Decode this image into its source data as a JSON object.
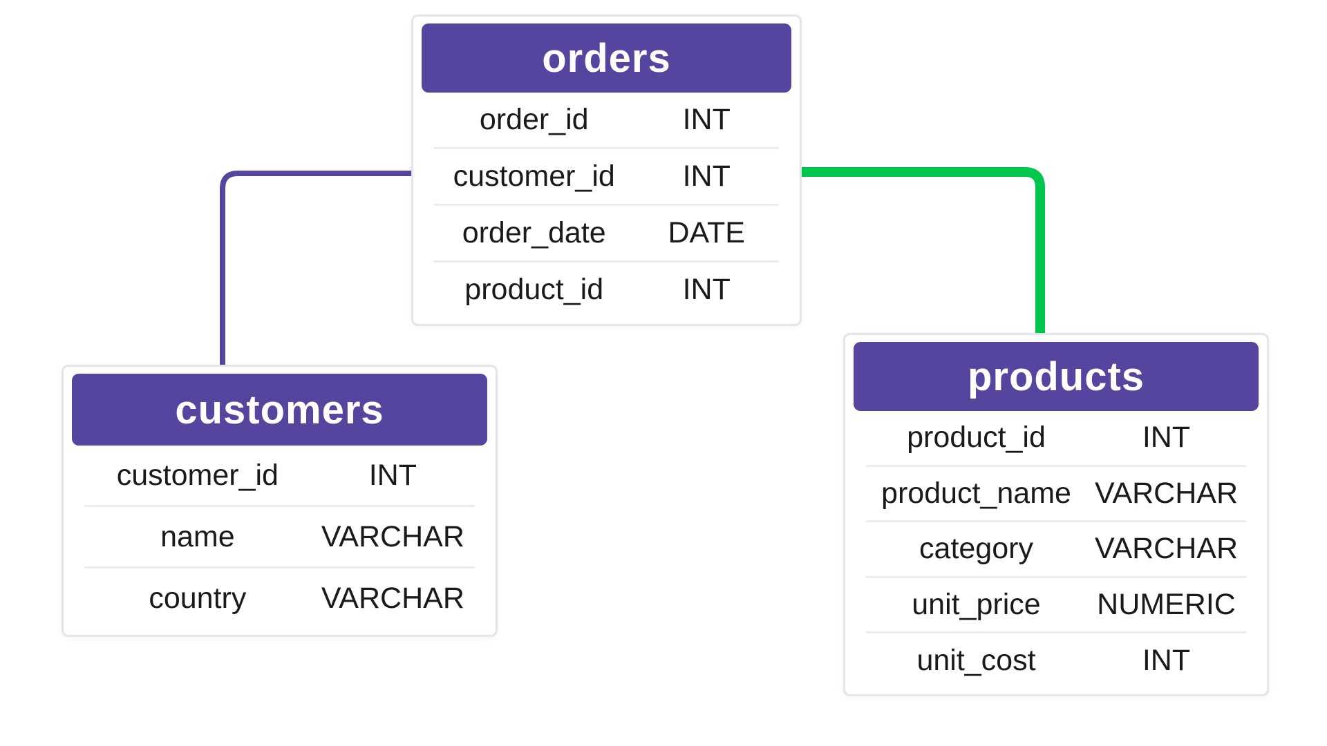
{
  "diagram": {
    "background_color": "#ffffff",
    "accent_purple": "#55459e",
    "accent_green": "#00c64e",
    "box_border_color": "#e4e4eb",
    "row_divider_color": "#ebebf1",
    "text_color": "#1a1a1a",
    "tables": [
      {
        "id": "orders",
        "title": "orders",
        "columns": [
          {
            "name": "order_id",
            "type": "INT"
          },
          {
            "name": "customer_id",
            "type": "INT"
          },
          {
            "name": "order_date",
            "type": "DATE"
          },
          {
            "name": "product_id",
            "type": "INT"
          }
        ]
      },
      {
        "id": "customers",
        "title": "customers",
        "columns": [
          {
            "name": "customer_id",
            "type": "INT"
          },
          {
            "name": "name",
            "type": "VARCHAR"
          },
          {
            "name": "country",
            "type": "VARCHAR"
          }
        ]
      },
      {
        "id": "products",
        "title": "products",
        "columns": [
          {
            "name": "product_id",
            "type": "INT"
          },
          {
            "name": "product_name",
            "type": "VARCHAR"
          },
          {
            "name": "category",
            "type": "VARCHAR"
          },
          {
            "name": "unit_price",
            "type": "NUMERIC"
          },
          {
            "name": "unit_cost",
            "type": "INT"
          }
        ]
      }
    ],
    "relations": [
      {
        "name": "orders-to-customers",
        "from": "orders.customer_id",
        "to": "customers",
        "color": "#55459e"
      },
      {
        "name": "orders-to-products",
        "from": "orders.product_id",
        "to": "products",
        "color": "#00c64e"
      }
    ]
  }
}
